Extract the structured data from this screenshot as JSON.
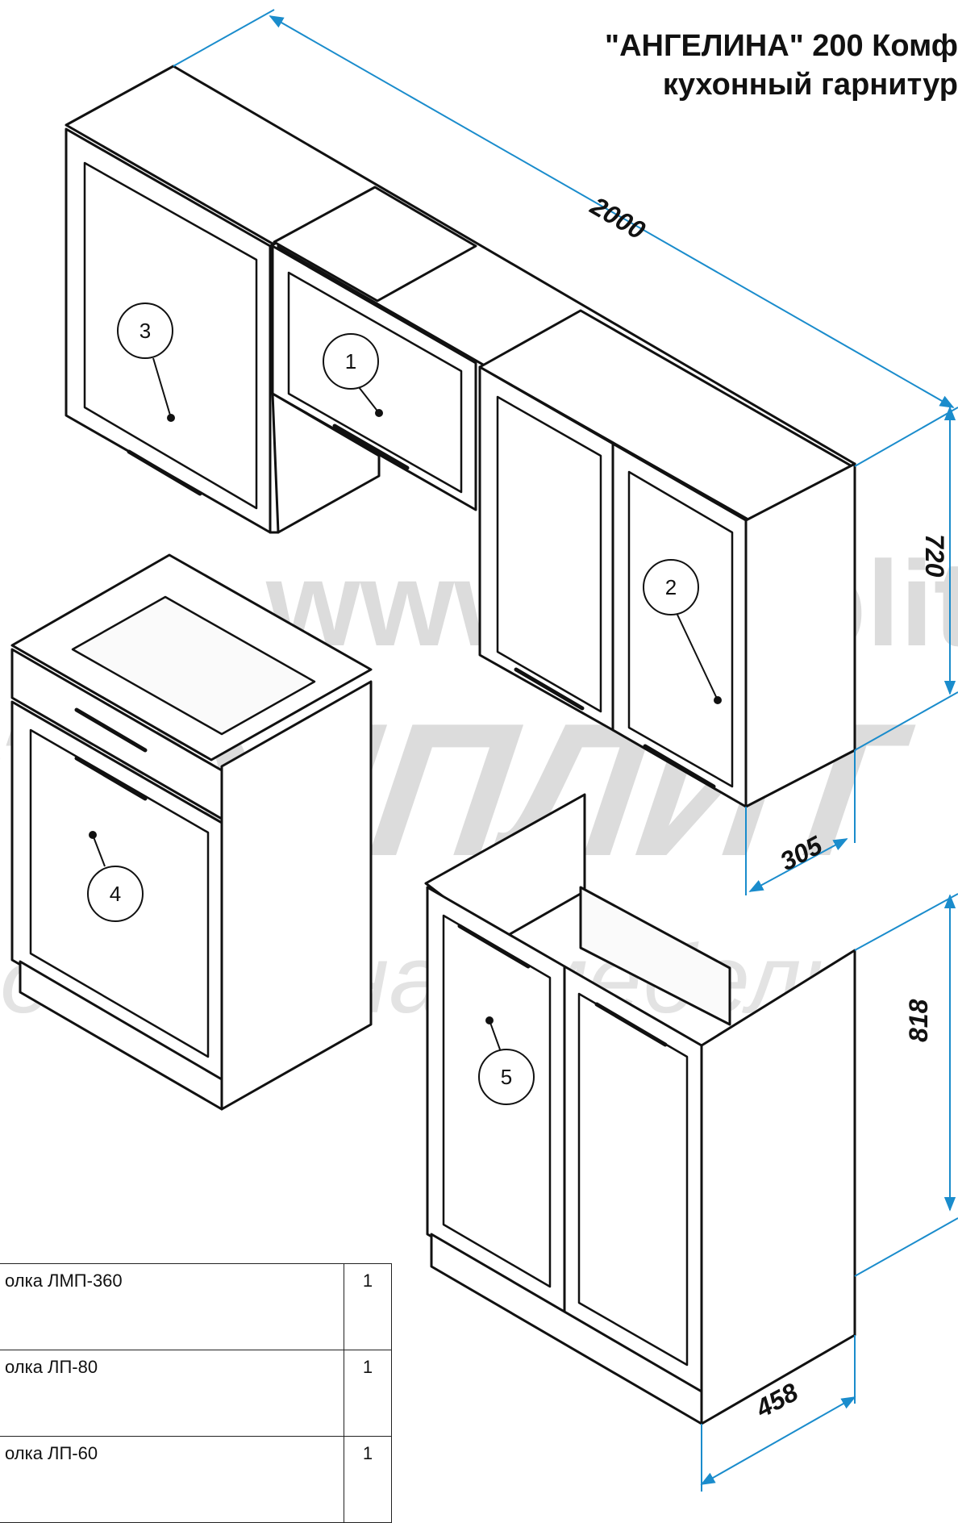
{
  "title": {
    "line1": "\"АНГЕЛИНА\" 200 Комф",
    "line2": "кухонный гарнитур"
  },
  "watermark": {
    "url": "www.stolplit.r",
    "brand": "СТОЛПЛИТ",
    "slogan": "доступная мебель"
  },
  "dimensions": {
    "total_width": "2000",
    "upper_height": "720",
    "upper_depth": "305",
    "lower_height": "818",
    "lower_depth": "458"
  },
  "callouts": [
    "1",
    "2",
    "3",
    "4",
    "5"
  ],
  "parts_table": [
    {
      "name": "олка ЛМП-360",
      "qty": "1"
    },
    {
      "name": "олка ЛП-80",
      "qty": "1"
    },
    {
      "name": "олка ЛП-60",
      "qty": "1"
    }
  ],
  "colors": {
    "dimension_line": "#1a8ccc",
    "outline": "#111111",
    "watermark": "#dddddd"
  }
}
